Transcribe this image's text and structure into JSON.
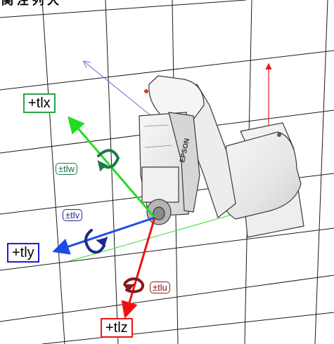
{
  "header": {
    "title": "関 注 列 大"
  },
  "axes": {
    "tlx": {
      "label": "+tlx",
      "color": "#2aa34a"
    },
    "tly": {
      "label": "+tly",
      "color": "#1d1dd4"
    },
    "tlz": {
      "label": "+tlz",
      "color": "#e01919"
    }
  },
  "rotations": {
    "tlw": {
      "label": "±tlw",
      "color": "#1e7a4a"
    },
    "tlv": {
      "label": "±tlv",
      "color": "#1d2a8a"
    },
    "tlu": {
      "label": "±tlu",
      "color": "#8b1a1a"
    }
  },
  "robot": {
    "brand": "EPSON"
  }
}
